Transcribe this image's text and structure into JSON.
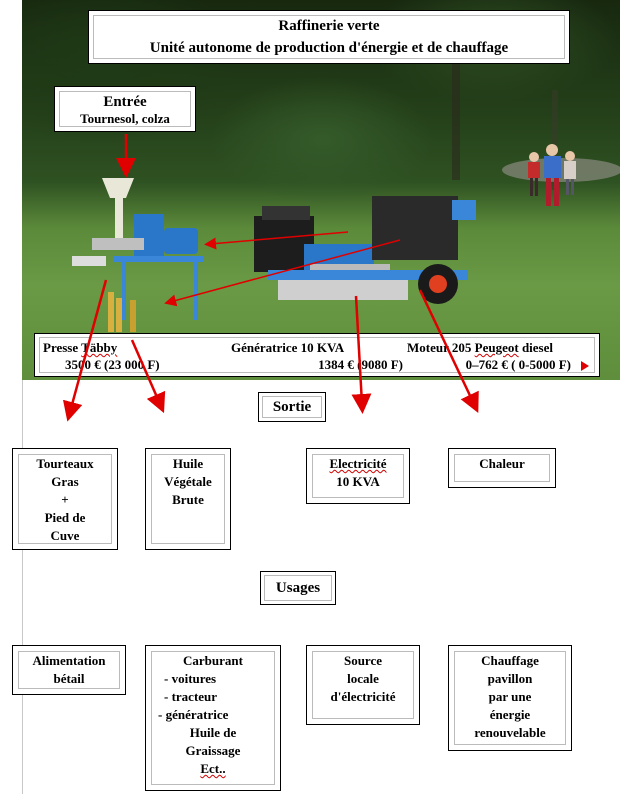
{
  "title": {
    "line1": "Raffinerie verte",
    "line2": "Unité autonome de production d'énergie et de chauffage"
  },
  "entry": {
    "title": "Entrée",
    "subtitle": "Tournesol, colza"
  },
  "equipment": [
    {
      "name": "Presse Täbby",
      "price": "3500 € (23 000 F)"
    },
    {
      "name": "Génératrice 10 KVA",
      "price": "1384 € (9080 F)"
    },
    {
      "name": "Moteur 205 Peugeot diesel",
      "price": "0–762 € ( 0-5000 F)"
    }
  ],
  "sections": {
    "output": "Sortie",
    "uses": "Usages"
  },
  "outputs": [
    {
      "lines": [
        "Tourteaux",
        "Gras",
        "+",
        "Pied de",
        "Cuve"
      ]
    },
    {
      "lines": [
        "Huile",
        "Végétale",
        "Brute"
      ]
    },
    {
      "lines": [
        "Electricité",
        "10 KVA"
      ]
    },
    {
      "lines": [
        "Chaleur"
      ]
    }
  ],
  "uses": [
    {
      "lines": [
        "Alimentation",
        "bétail"
      ]
    },
    {
      "lines": [
        "Carburant",
        "-     voitures",
        "-    tracteur",
        "-    génératrice",
        "Huile de",
        "Graissage",
        "Ect.."
      ]
    },
    {
      "lines": [
        "Source",
        "locale",
        "d'électricité"
      ]
    },
    {
      "lines": [
        "Chauffage",
        "pavillon",
        "par une",
        "énergie",
        "renouvelable"
      ]
    }
  ],
  "colors": {
    "arrow": "#e00000",
    "grass": "#6a9a45",
    "machine_blue": "#2a76c8"
  }
}
